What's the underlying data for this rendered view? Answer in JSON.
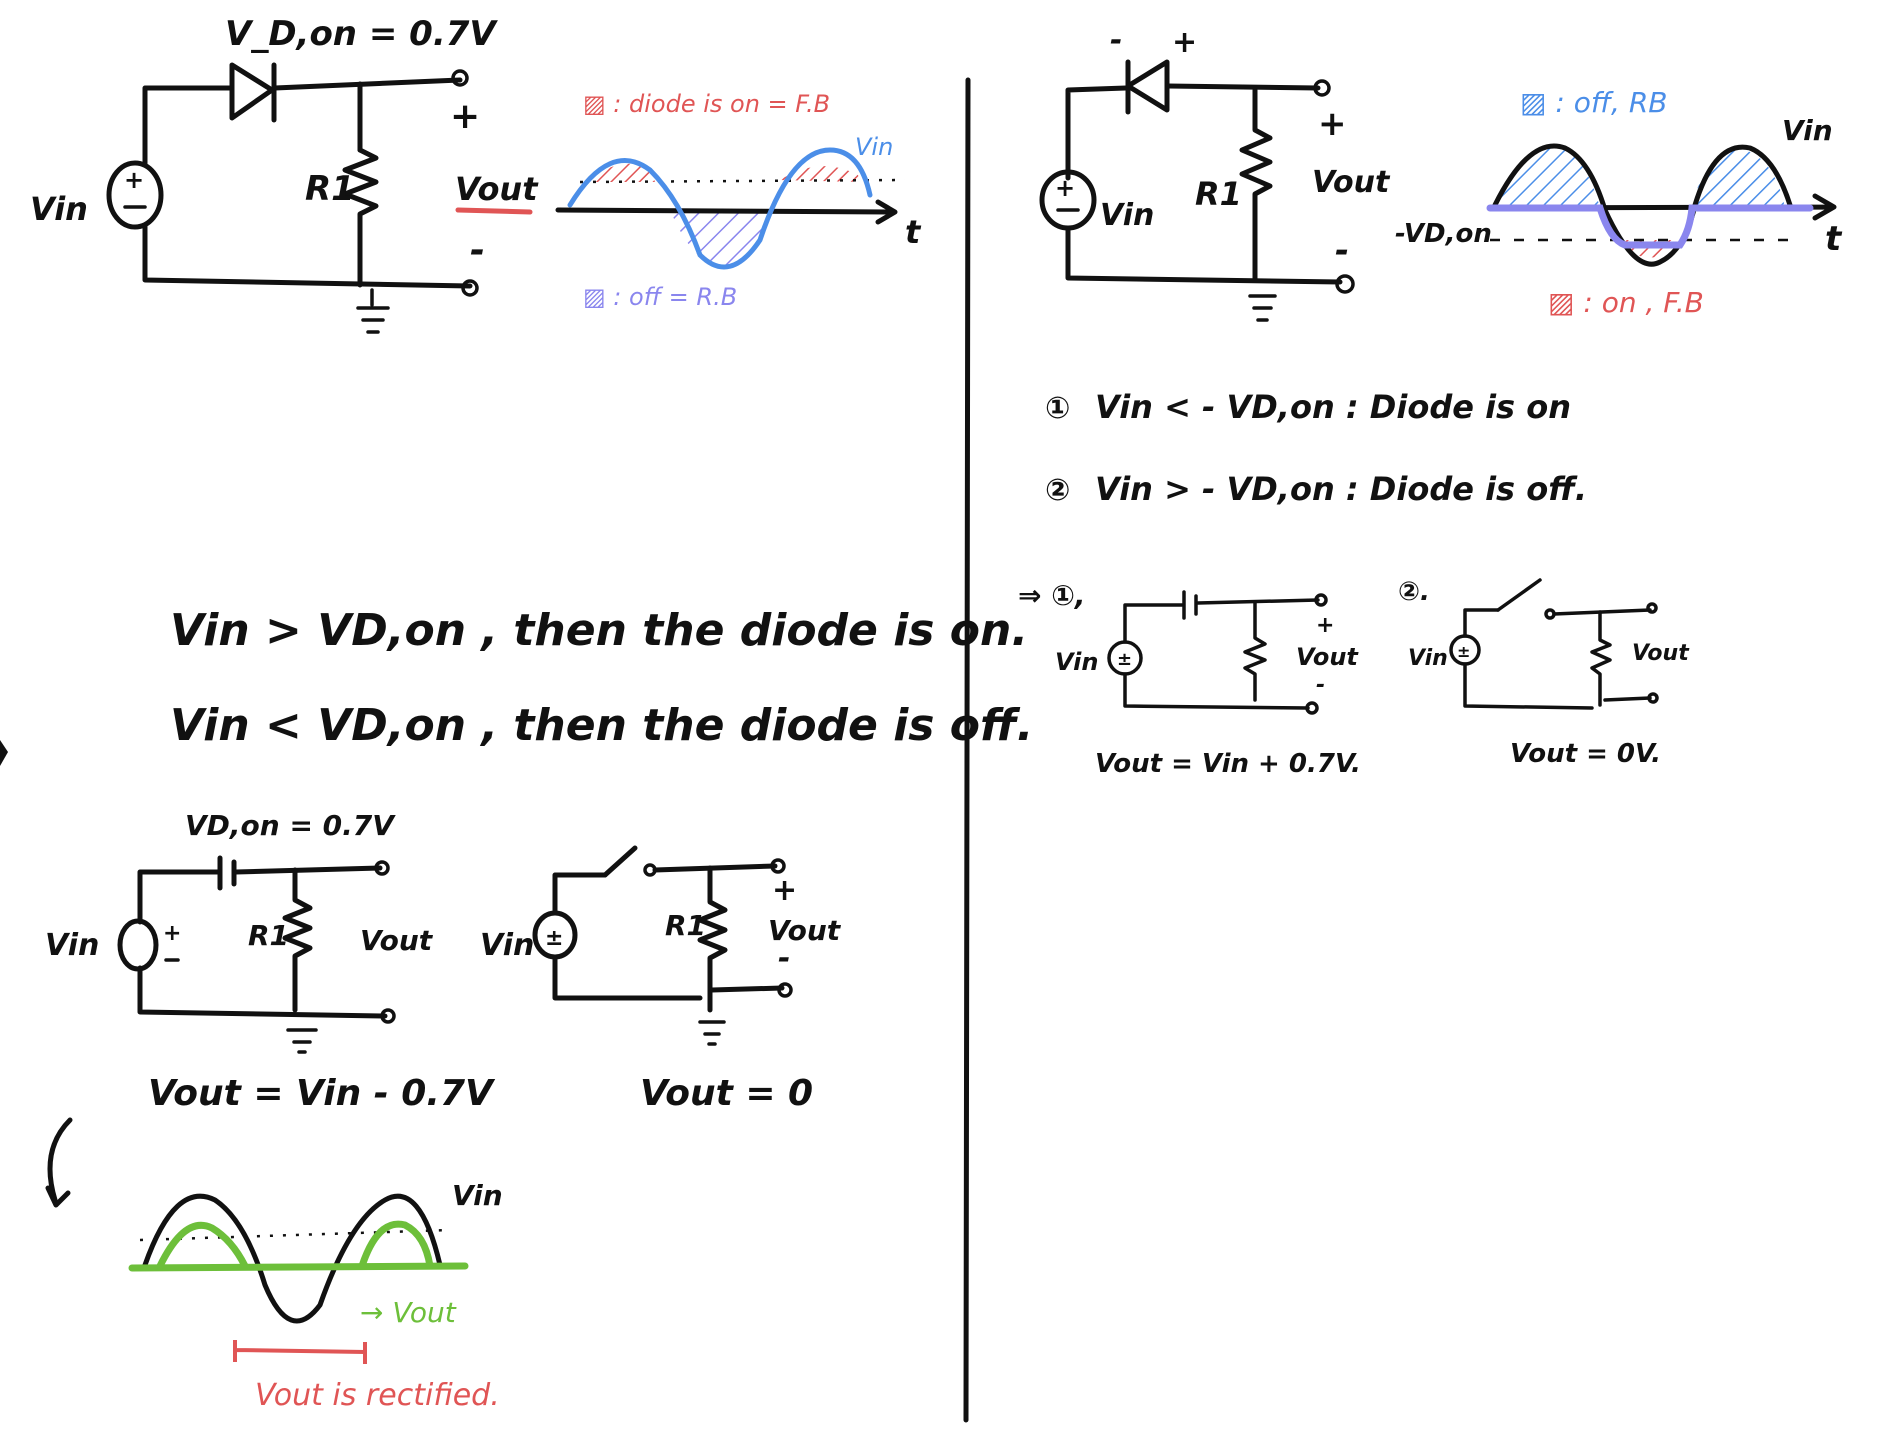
{
  "colors": {
    "ink": "#111111",
    "red": "#e05555",
    "blue": "#4b8ee8",
    "purple": "#8a86ee",
    "green": "#6dbf3a"
  },
  "left": {
    "top_circuit": {
      "vdon": "V_D,on = 0.7V",
      "vin": "Vin",
      "r1": "R1",
      "plus": "+",
      "vout": "Vout",
      "minus": "-"
    },
    "top_wave": {
      "legend_on": "▨ : diode is on = F.B",
      "legend_off": "▨ : off = R.B",
      "vin": "Vin",
      "t": "t"
    },
    "rule_1": "Vin > VD,on , then the diode is on.",
    "rule_2": "Vin < VD,on , then the diode is off.",
    "on_model": {
      "vdon": "VD,on = 0.7V",
      "vin": "Vin",
      "r1": "R1",
      "vout": "Vout",
      "equation": "Vout = Vin - 0.7V"
    },
    "off_model": {
      "vin": "Vin",
      "r1": "R1",
      "plus": "+",
      "vout": "Vout",
      "minus": "-",
      "equation": "Vout = 0"
    },
    "bottom_wave": {
      "vin": "Vin",
      "vout": "→ Vout",
      "note": "Vout is rectified."
    }
  },
  "right": {
    "top_circuit": {
      "minus": "-",
      "plus": "+",
      "vin": "Vin",
      "r1": "R1",
      "out_plus": "+",
      "vout": "Vout",
      "out_minus": "-"
    },
    "top_wave": {
      "legend_off": "▨ : off, RB",
      "legend_on": "▨ : on , F.B",
      "vin": "Vin",
      "neg_vdon": "-VD,on",
      "t": "t"
    },
    "conditions": [
      {
        "num": "①",
        "text": "Vin < - VD,on  :  Diode is on"
      },
      {
        "num": "②",
        "text": "Vin > - VD,on  :  Diode is off."
      }
    ],
    "case_1": {
      "label": "⇒ ①,",
      "vin": "Vin",
      "plus": "+",
      "vout": "Vout",
      "minus": "-",
      "equation": "Vout = Vin + 0.7V."
    },
    "case_2": {
      "label": "②.",
      "vin": "Vin",
      "vout": "Vout",
      "equation": "Vout = 0V."
    }
  }
}
